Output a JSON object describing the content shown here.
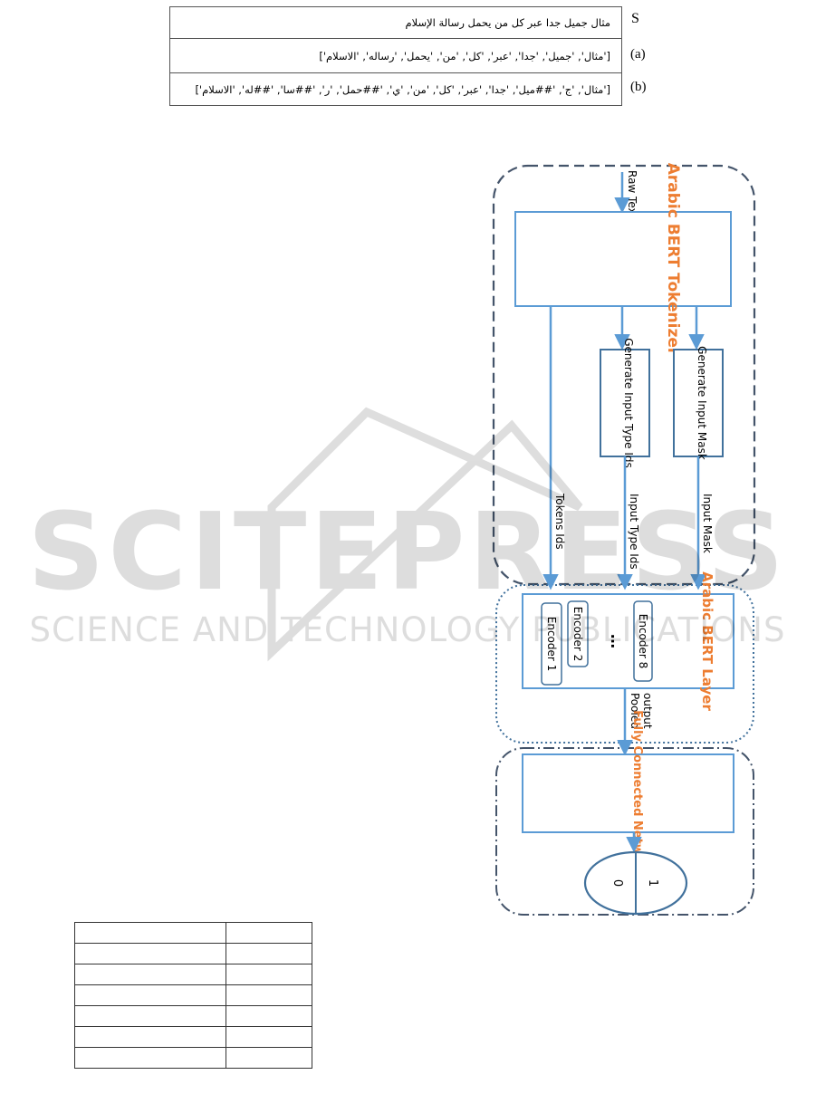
{
  "tokenization_table": {
    "rows": [
      {
        "label": "S",
        "text": "مثال جميل جدا عبر كل من يحمل رسالة الإسلام"
      },
      {
        "label": "(a)",
        "text": "['مثال', 'جميل', 'جدا', 'عبر', 'كل', 'من', 'يحمل', 'رساله', 'الاسلام']"
      },
      {
        "label": "(b)",
        "text": "['مثال', 'ج', '##ميل', 'جدا', 'عبر', 'كل', 'من', 'ي', '##حمل', 'ر', '##سا', '##له', 'الاسلام']"
      }
    ]
  },
  "diagram": {
    "input_label": "Raw Text",
    "tokenizer_label": "Arabic BERT Tokenizer",
    "type_ids_block": "Generate Input Type Ids",
    "mask_block": "Generate Input Mask",
    "tokens_ids_label": "Tokens Ids",
    "input_type_ids_label": "Input Type Ids",
    "input_mask_label": "Input Mask",
    "bert_layer_label": "Arabic BERT Layer",
    "encoder_8": "Encoder 8",
    "encoder_ellipsis": "…",
    "encoder_2": "Encoder 2",
    "encoder_1": "Encoder 1",
    "pooled_output_label": "Pooled output",
    "fc_label": "Fully Connected Network",
    "output_class_1": "1",
    "output_class_0": "0",
    "colors": {
      "blue": "#5B9BD5",
      "dark_blue": "#41719C",
      "orange": "#ED7D31",
      "dashed_border": "#44546A"
    }
  },
  "watermark": {
    "main": "SCITEPRESS",
    "sub": "SCIENCE AND TECHNOLOGY PUBLICATIONS"
  },
  "bottom_table": {
    "rows": [
      [
        "",
        ""
      ],
      [
        "",
        ""
      ],
      [
        "",
        ""
      ],
      [
        "",
        ""
      ],
      [
        "",
        ""
      ],
      [
        "",
        ""
      ],
      [
        "",
        ""
      ]
    ]
  }
}
